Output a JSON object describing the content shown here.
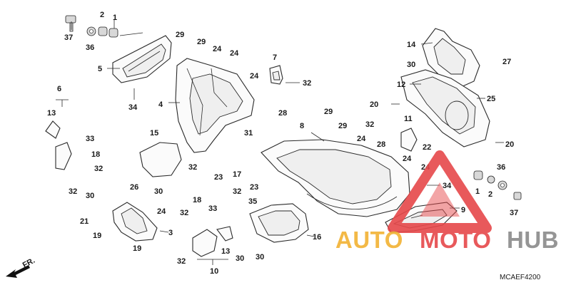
{
  "callouts": [
    {
      "id": "c37a",
      "text": "37"
    },
    {
      "id": "c2a",
      "text": "2"
    },
    {
      "id": "c1a",
      "text": "1"
    },
    {
      "id": "c36a",
      "text": "36"
    },
    {
      "id": "c5",
      "text": "5"
    },
    {
      "id": "c34a",
      "text": "34"
    },
    {
      "id": "c29a",
      "text": "29"
    },
    {
      "id": "c29b",
      "text": "29"
    },
    {
      "id": "c24a",
      "text": "24"
    },
    {
      "id": "c24b",
      "text": "24"
    },
    {
      "id": "c4",
      "text": "4"
    },
    {
      "id": "c7",
      "text": "7"
    },
    {
      "id": "c24c",
      "text": "24"
    },
    {
      "id": "c32a",
      "text": "32"
    },
    {
      "id": "c28a",
      "text": "28"
    },
    {
      "id": "c14",
      "text": "14"
    },
    {
      "id": "c27",
      "text": "27"
    },
    {
      "id": "c30a",
      "text": "30"
    },
    {
      "id": "c12",
      "text": "12"
    },
    {
      "id": "c20a",
      "text": "20"
    },
    {
      "id": "c25",
      "text": "25"
    },
    {
      "id": "c6",
      "text": "6"
    },
    {
      "id": "c13a",
      "text": "13"
    },
    {
      "id": "c33a",
      "text": "33"
    },
    {
      "id": "c18a",
      "text": "18"
    },
    {
      "id": "c32b",
      "text": "32"
    },
    {
      "id": "c32c",
      "text": "32"
    },
    {
      "id": "c15",
      "text": "15"
    },
    {
      "id": "c31",
      "text": "31"
    },
    {
      "id": "c8",
      "text": "8"
    },
    {
      "id": "c29c",
      "text": "29"
    },
    {
      "id": "c29d",
      "text": "29"
    },
    {
      "id": "c32d",
      "text": "32"
    },
    {
      "id": "c11",
      "text": "11"
    },
    {
      "id": "c24d",
      "text": "24"
    },
    {
      "id": "c28b",
      "text": "28"
    },
    {
      "id": "c22",
      "text": "22"
    },
    {
      "id": "c20b",
      "text": "20"
    },
    {
      "id": "c24e",
      "text": "24"
    },
    {
      "id": "c24f",
      "text": "24"
    },
    {
      "id": "c23a",
      "text": "23"
    },
    {
      "id": "c17",
      "text": "17"
    },
    {
      "id": "c32e",
      "text": "32"
    },
    {
      "id": "c30b",
      "text": "30"
    },
    {
      "id": "c30c",
      "text": "30"
    },
    {
      "id": "c26",
      "text": "26"
    },
    {
      "id": "c23b",
      "text": "23"
    },
    {
      "id": "c36b",
      "text": "36"
    },
    {
      "id": "c34b",
      "text": "34"
    },
    {
      "id": "c1b",
      "text": "1"
    },
    {
      "id": "c2b",
      "text": "2"
    },
    {
      "id": "c37b",
      "text": "37"
    },
    {
      "id": "c24g",
      "text": "24"
    },
    {
      "id": "c32f",
      "text": "32"
    },
    {
      "id": "c35",
      "text": "35"
    },
    {
      "id": "c18b",
      "text": "18"
    },
    {
      "id": "c33b",
      "text": "33"
    },
    {
      "id": "c32g",
      "text": "32"
    },
    {
      "id": "c21",
      "text": "21"
    },
    {
      "id": "c3",
      "text": "3"
    },
    {
      "id": "c19a",
      "text": "19"
    },
    {
      "id": "c19b",
      "text": "19"
    },
    {
      "id": "c13b",
      "text": "13"
    },
    {
      "id": "c9",
      "text": "9"
    },
    {
      "id": "c16",
      "text": "16"
    },
    {
      "id": "c30d",
      "text": "30"
    },
    {
      "id": "c30e",
      "text": "30"
    },
    {
      "id": "c32h",
      "text": "32"
    },
    {
      "id": "c10",
      "text": "10"
    }
  ],
  "front_indicator": "FR.",
  "diagram_code": "MCAEF4200",
  "watermark": {
    "part1": "AUTO",
    "part2": "MOTO",
    "part3": "HUB",
    "colors": {
      "auto": "#f2b233",
      "moto": "#e6484a",
      "hub": "#8a8a8a",
      "triangle": "#e6484a"
    }
  }
}
